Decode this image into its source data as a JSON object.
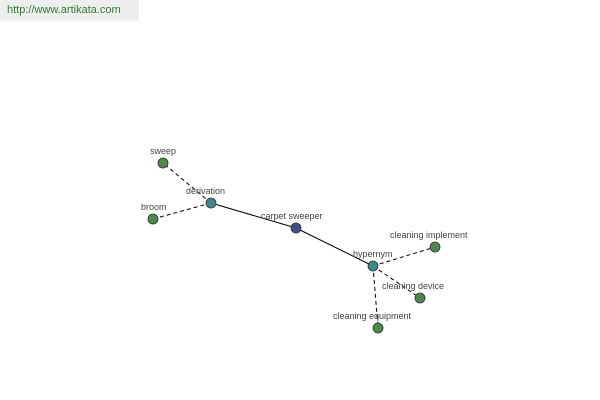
{
  "banner": {
    "url_text": "http://www.artikata.com"
  },
  "colors": {
    "center_node": "#3f4f8f",
    "relation_node": "#3a8a8a",
    "leaf_node": "#4a8a4a",
    "node_stroke": "#333333",
    "solid_edge": "#000000",
    "dashed_edge": "#000000",
    "banner_text": "#2e7d32"
  },
  "graph": {
    "nodes": [
      {
        "id": "center",
        "label": "carpet sweeper",
        "kind": "center"
      },
      {
        "id": "derivation",
        "label": "derivation",
        "kind": "relation"
      },
      {
        "id": "hypernym",
        "label": "hypernym",
        "kind": "relation"
      },
      {
        "id": "sweep",
        "label": "sweep",
        "kind": "leaf"
      },
      {
        "id": "broom",
        "label": "broom",
        "kind": "leaf"
      },
      {
        "id": "cleaning-implement",
        "label": "cleaning implement",
        "kind": "leaf"
      },
      {
        "id": "cleaning-device",
        "label": "cleaning device",
        "kind": "leaf"
      },
      {
        "id": "cleaning-equipment",
        "label": "cleaning equipment",
        "kind": "leaf"
      }
    ],
    "edges": [
      {
        "from": "center",
        "to": "derivation",
        "style": "solid"
      },
      {
        "from": "center",
        "to": "hypernym",
        "style": "solid"
      },
      {
        "from": "derivation",
        "to": "sweep",
        "style": "dashed"
      },
      {
        "from": "derivation",
        "to": "broom",
        "style": "dashed"
      },
      {
        "from": "hypernym",
        "to": "cleaning-implement",
        "style": "dashed"
      },
      {
        "from": "hypernym",
        "to": "cleaning-device",
        "style": "dashed"
      },
      {
        "from": "hypernym",
        "to": "cleaning-equipment",
        "style": "dashed"
      }
    ]
  }
}
